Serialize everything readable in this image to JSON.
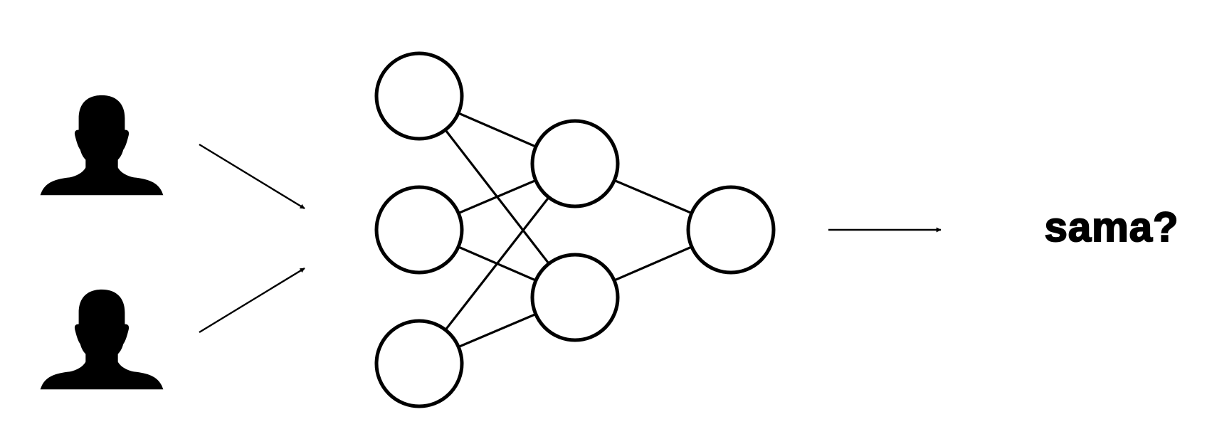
{
  "diagram": {
    "inputs": [
      {
        "icon": "person-silhouette-icon"
      },
      {
        "icon": "person-silhouette-icon"
      }
    ],
    "network": {
      "layers": [
        3,
        2,
        1
      ]
    },
    "result_label": "sama?",
    "colors": {
      "background": "#ffffff",
      "ink": "#000000"
    }
  }
}
